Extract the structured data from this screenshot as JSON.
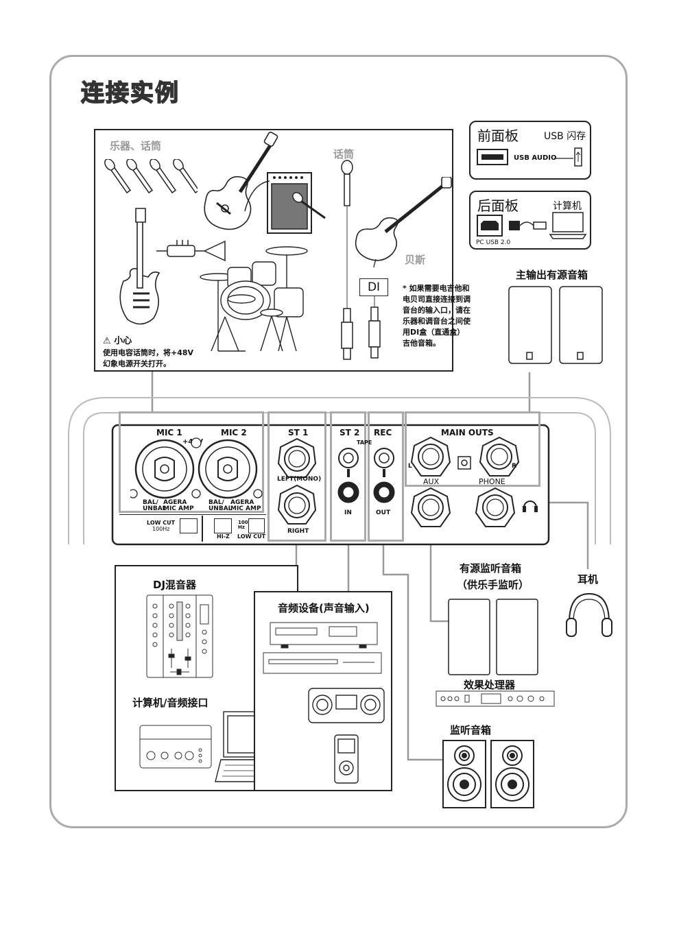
{
  "page_title": "连接实例",
  "sources": {
    "instruments_title": "乐器、话筒",
    "mic_title": "话筒",
    "bass_label": "贝斯",
    "di_label": "DI",
    "caution_title": "小心",
    "caution_text_1": "使用电容话筒时，将+48V",
    "caution_text_2": "幻象电源开关打开。",
    "di_note_1": "* 如果需要电吉他和",
    "di_note_2": "电贝司直接连接到调",
    "di_note_3": "音台的输入口，请在",
    "di_note_4": "乐器和调音台之间使",
    "di_note_5": "用DI盒（直通盒）",
    "di_note_6": "吉他音箱。"
  },
  "front_panel": {
    "title": "前面板",
    "usb_flash": "USB 闪存",
    "usb_audio": "USB AUDIO"
  },
  "rear_panel": {
    "title": "后面板",
    "computer": "计算机",
    "pc_usb": "PC USB 2.0"
  },
  "main_speakers_label": "主输出有源音箱",
  "mixer": {
    "mic1": "MIC 1",
    "mic2": "MIC 2",
    "phantom": "+48V",
    "bal_unbal": "BAL/\nUNBAL",
    "agera": "AGERA\nMIC AMP",
    "low_cut": "LOW CUT",
    "low_cut_freq": "100Hz",
    "hi_z": "HI-Z",
    "hz_100": "100\nHz",
    "st1": "ST 1",
    "left_mono": "LEFT(MONO)",
    "right": "RIGHT",
    "st2": "ST 2",
    "rec": "REC",
    "tape": "TAPE",
    "in": "IN",
    "out": "OUT",
    "main_outs": "MAIN OUTS",
    "l": "L",
    "r": "R",
    "aux": "AUX",
    "phone": "PHONE"
  },
  "dj_mixer_label": "DJ混音器",
  "computer_audio_label": "计算机/音频接口",
  "audio_devices_label": "音频设备(声音输入)",
  "active_monitor_label_1": "有源监听音箱",
  "active_monitor_label_2": "（供乐手监听）",
  "effects_label": "效果处理器",
  "headphones_label": "耳机",
  "monitor_speakers_label": "监听音箱"
}
